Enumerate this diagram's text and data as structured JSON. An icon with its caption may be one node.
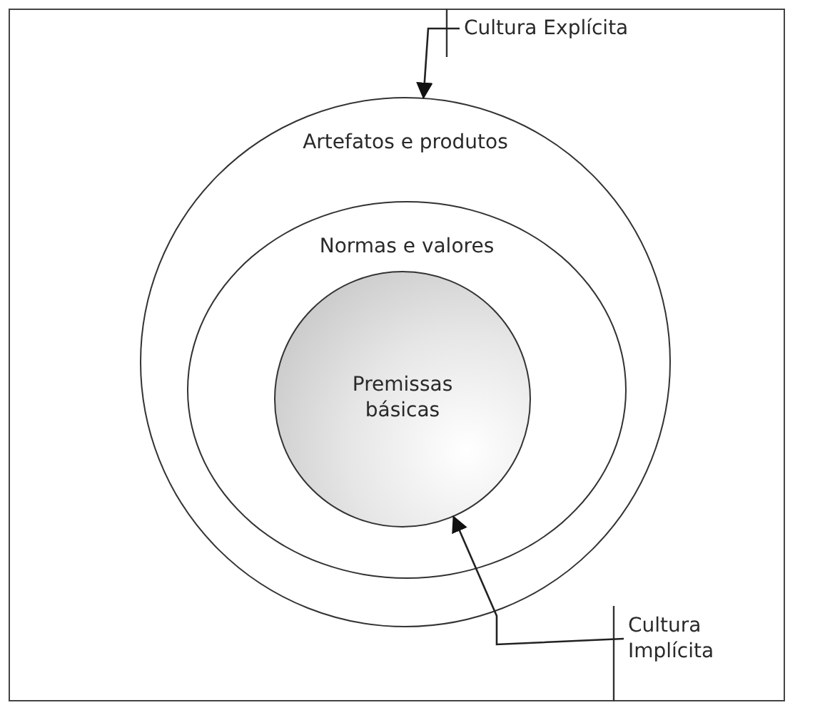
{
  "diagram": {
    "nodes": [
      {
        "text": [
          "Artefatos e produtos"
        ]
      },
      {
        "text": [
          "Normas e valores"
        ],
        "in": 0
      },
      {
        "text": [
          "Premissas básicas"
        ],
        "in": 1
      },
      {
        "text": [
          "Cultura Explícita"
        ]
      },
      {
        "text": [
          "Cultura Implícita"
        ]
      }
    ],
    "edges": [
      {
        "from": 3,
        "to": 0,
        "arrow": "to"
      },
      {
        "from": 4,
        "to": 2,
        "arrow": "to"
      }
    ]
  }
}
